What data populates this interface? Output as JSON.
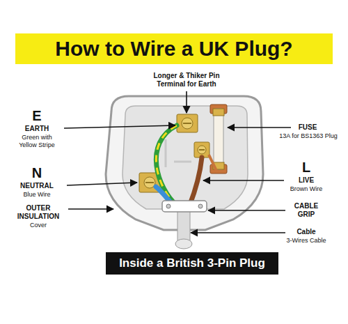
{
  "diagram": {
    "title": "How to Wire a UK Plug?",
    "caption": "Inside a British 3-Pin Plug",
    "labels": [
      "Longer & Thiker Pin Terminal for Earth",
      "E",
      "EARTH",
      "Green with Yellow Stripe",
      "FUSE",
      "13A for BS1363 Plug",
      "N",
      "NEUTRAL",
      "Blue Wire",
      "L",
      "LIVE",
      "Brown Wire",
      "OUTER INSULATION",
      "Cover",
      "CABLE GRIP",
      "Cable",
      "3-Wires Cable"
    ]
  }
}
